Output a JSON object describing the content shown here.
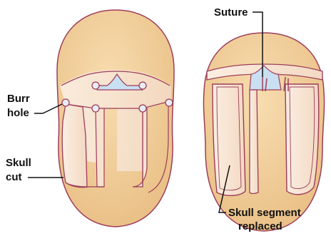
{
  "labels": {
    "burr_hole": [
      "Burr",
      "hole"
    ],
    "skull_cut": [
      "Skull",
      "cut"
    ],
    "suture": "Suture",
    "skull_segment": [
      "Skull segment",
      "replaced"
    ]
  },
  "colors": {
    "background": "#ffffff",
    "skull_fill": "#f2cc91",
    "skull_outline": "#9c3d5a",
    "cut_segment_fill": "#f7e2cf",
    "fontanelle_fill": "#c9dff2",
    "burr_hole_fill": "#e8ecf4",
    "leader_line": "#111111"
  },
  "icons": {
    "burr_hole": "circle",
    "suture_mark": "short-line"
  }
}
